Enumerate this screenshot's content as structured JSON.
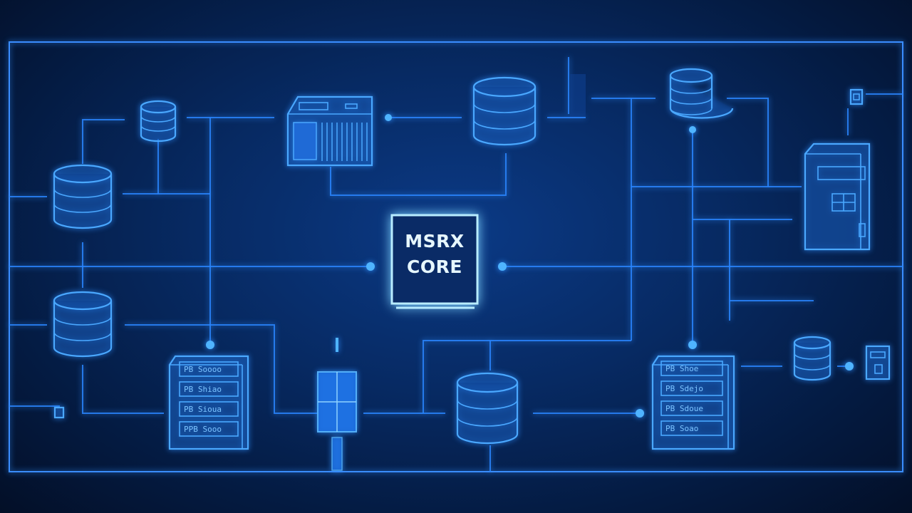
{
  "core": {
    "line1": "MSRX",
    "line2": "CORE"
  },
  "colors": {
    "background": "#05122b",
    "wire": "#2a86ff",
    "icon": "#4aa8ff",
    "core_border": "#b8ecff"
  },
  "nodes": [
    {
      "type": "database",
      "icon": "database-icon"
    },
    {
      "type": "server",
      "icon": "server-rack-icon"
    },
    {
      "type": "computer-tower",
      "icon": "computer-tower-icon"
    },
    {
      "type": "switch",
      "icon": "switch-icon"
    }
  ],
  "rack_left": {
    "rows": [
      "PB Soooo",
      "PB Shiao",
      "PB Sioua",
      "PPB Sooo"
    ]
  },
  "rack_right": {
    "rows": [
      "PB Shoe",
      "PB Sdejo",
      "PB Sdoue",
      "PB Soao"
    ]
  }
}
